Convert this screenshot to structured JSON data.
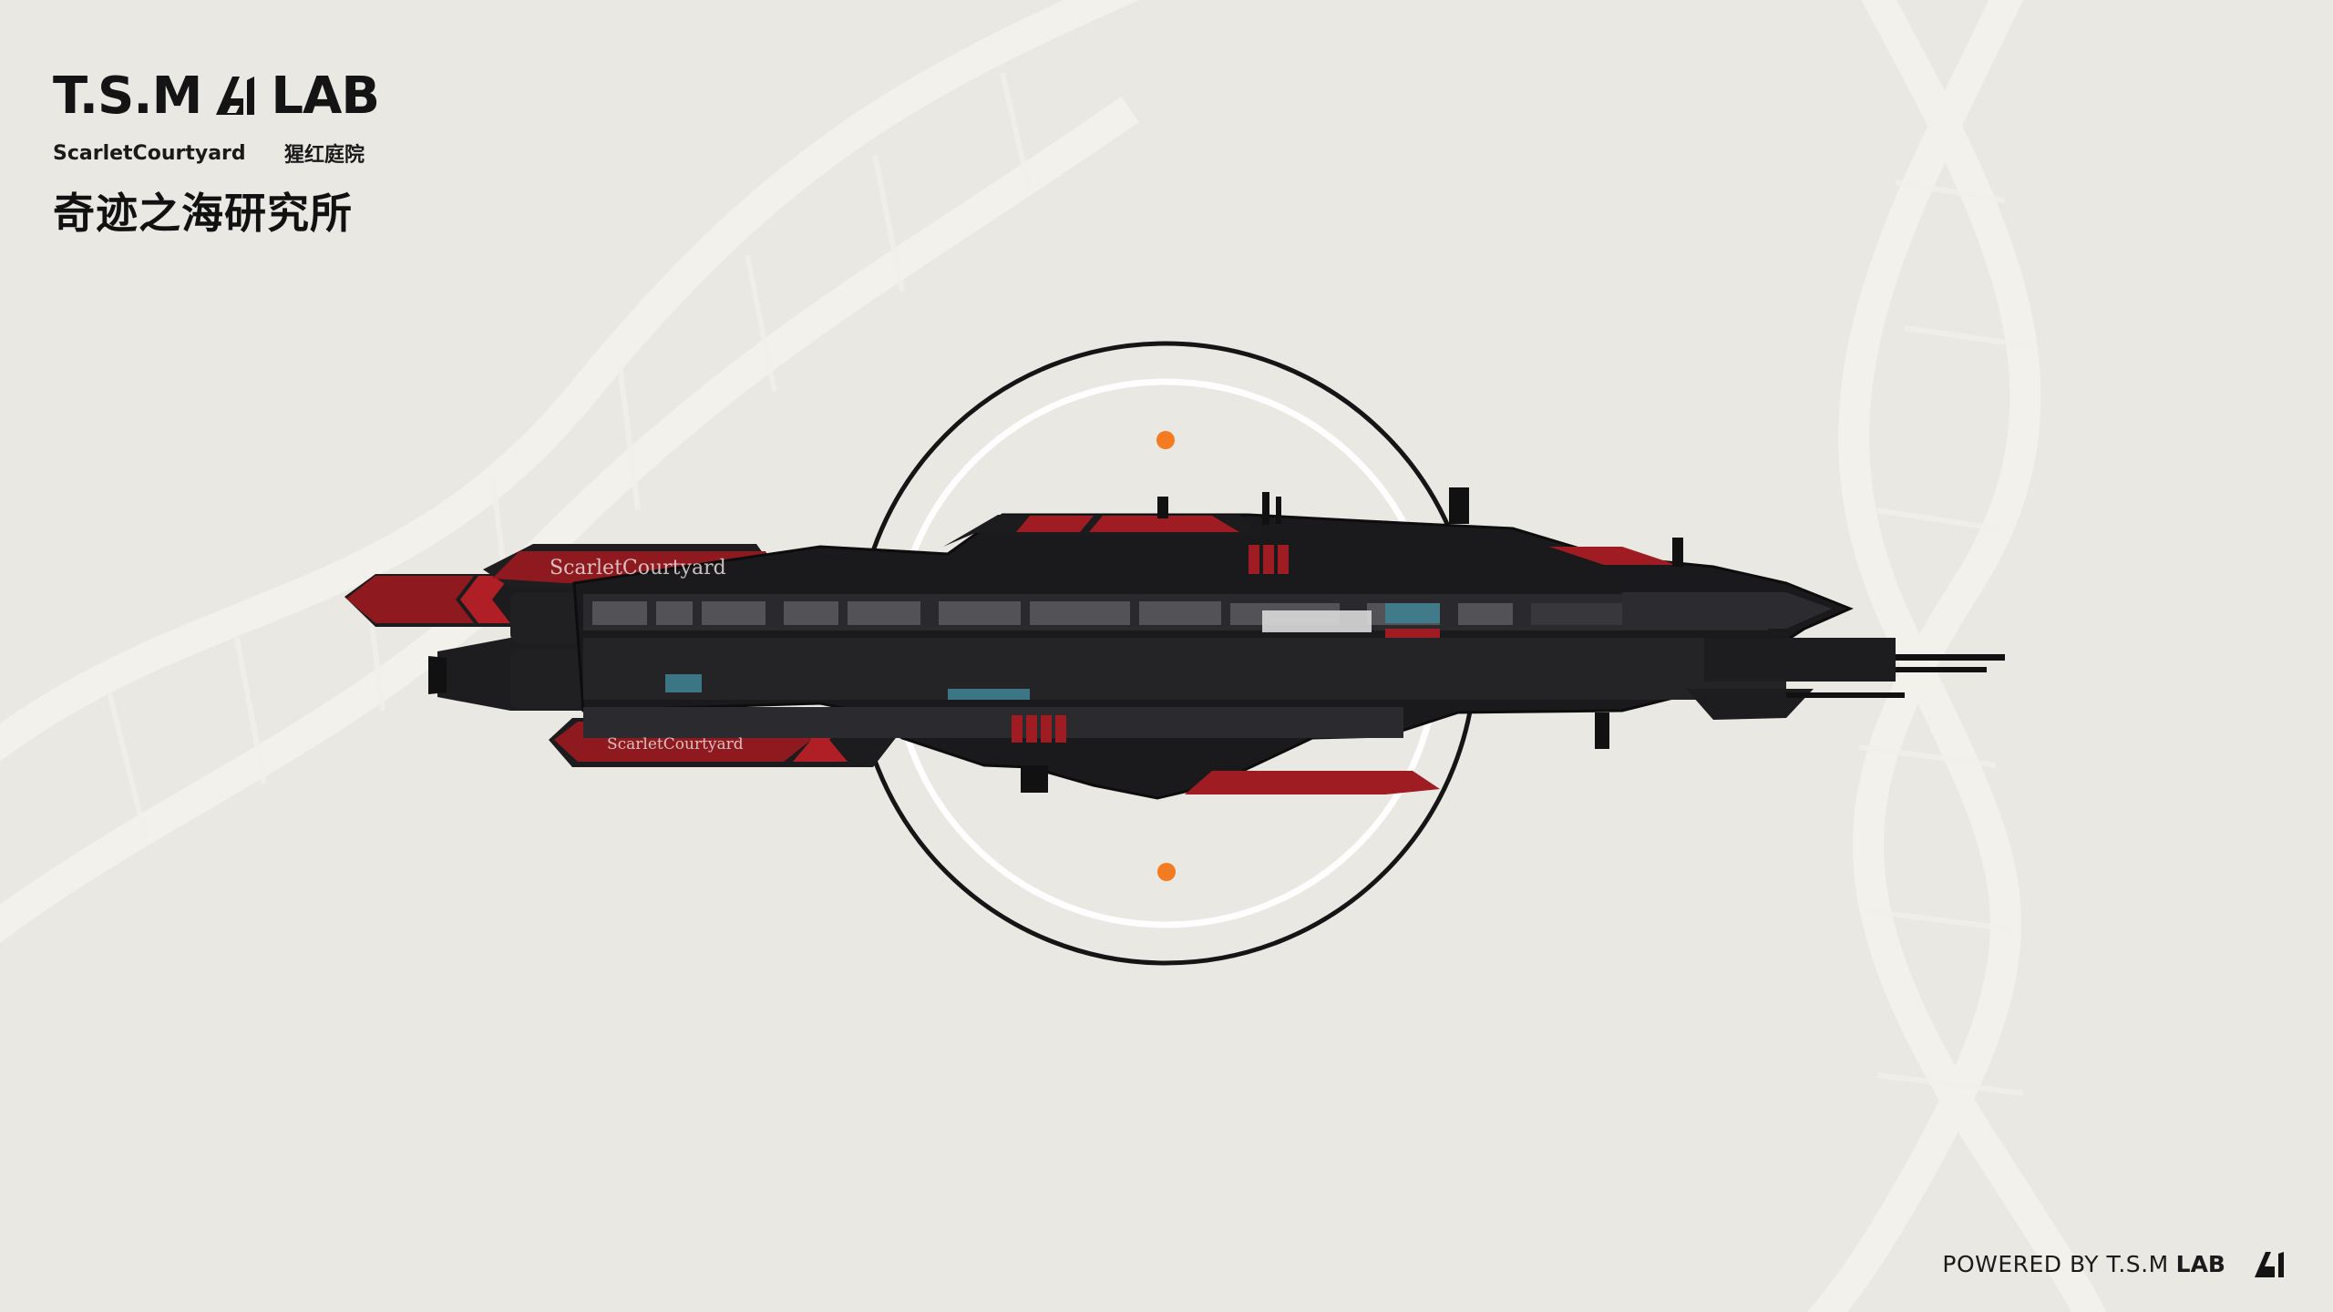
{
  "brand": {
    "left_word": "T.S.M",
    "right_word": "LAB",
    "ship_name_en": "ScarletCourtyard",
    "ship_name_cn": "猩红庭院",
    "institute_cn": "奇迹之海研究所"
  },
  "ship": {
    "hull_label_upper": "ScarletCourtyard",
    "hull_label_lower": "ScarletCourtyard"
  },
  "footer": {
    "powered_by": "POWERED BY T.S.M",
    "lab": "LAB"
  },
  "colors": {
    "background": "#EAE8E3",
    "ring": "#151515",
    "accent_dot": "#F47B20",
    "hull_dark": "#1C1C1E",
    "hull_red": "#9E1C22"
  },
  "icons": {
    "brand_mark": "tsm-lab-logo-icon",
    "footer_mark": "tsm-lab-logo-icon"
  }
}
